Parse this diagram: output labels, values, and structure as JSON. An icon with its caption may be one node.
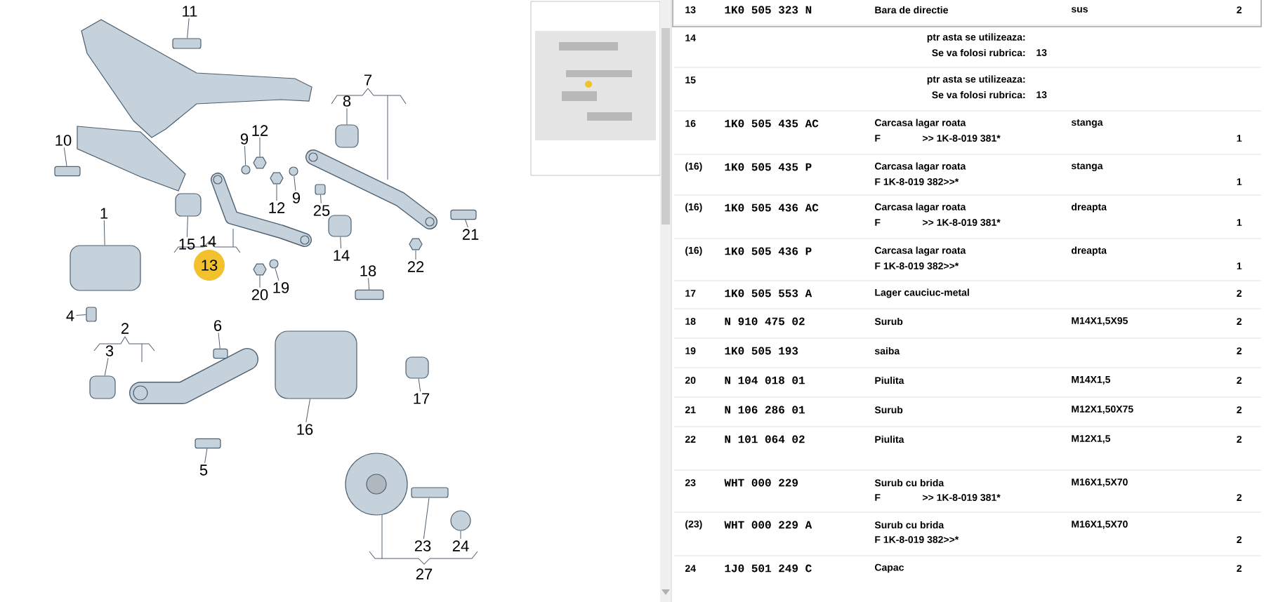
{
  "diagram": {
    "nodes": [
      {
        "text": [
          "11"
        ]
      },
      {
        "text": [],
        "shape": "bolt"
      },
      {
        "text": [
          "8"
        ]
      },
      {
        "text": [],
        "shape": "bushing"
      },
      {
        "text": [
          "12"
        ]
      },
      {
        "text": [],
        "shape": "nut"
      },
      {
        "text": [
          "9"
        ]
      },
      {
        "text": [],
        "shape": "washer"
      },
      {
        "text": [
          "10"
        ]
      },
      {
        "text": [],
        "shape": "bolt"
      },
      {
        "text": [
          "12"
        ]
      },
      {
        "text": [],
        "shape": "nut"
      },
      {
        "text": [
          "9"
        ]
      },
      {
        "text": [],
        "shape": "washer"
      },
      {
        "text": [
          "25"
        ]
      },
      {
        "text": [],
        "shape": "bolt"
      },
      {
        "text": [
          "15"
        ]
      },
      {
        "text": [],
        "shape": "bushing"
      },
      {
        "text": [
          "1"
        ]
      },
      {
        "text": [],
        "shape": "mount"
      },
      {
        "text": [
          "14"
        ]
      },
      {
        "text": [],
        "shape": "bushing"
      },
      {
        "text": [
          "21"
        ]
      },
      {
        "text": [],
        "shape": "bolt"
      },
      {
        "text": [
          "22"
        ]
      },
      {
        "text": [],
        "shape": "nut"
      },
      {
        "text": [
          "13"
        ]
      },
      {
        "text": [
          "20"
        ]
      },
      {
        "text": [],
        "shape": "nut"
      },
      {
        "text": [
          "19"
        ]
      },
      {
        "text": [],
        "shape": "washer"
      },
      {
        "text": [
          "18"
        ]
      },
      {
        "text": [],
        "shape": "bolt"
      },
      {
        "text": [
          "4"
        ]
      },
      {
        "text": [],
        "shape": "bolt"
      },
      {
        "text": [
          "6"
        ]
      },
      {
        "text": [],
        "shape": "bolt"
      },
      {
        "text": [
          "3"
        ]
      },
      {
        "text": [],
        "shape": "bushing"
      },
      {
        "text": [
          "16"
        ]
      },
      {
        "text": [],
        "shape": "knuckle"
      },
      {
        "text": [
          "17"
        ]
      },
      {
        "text": [],
        "shape": "bushing"
      },
      {
        "text": [
          "5"
        ]
      },
      {
        "text": [],
        "shape": "bolt"
      },
      {
        "text": [
          "23"
        ]
      },
      {
        "text": [],
        "shape": "bolt"
      },
      {
        "text": [
          "24"
        ]
      },
      {
        "text": [],
        "shape": "cap"
      }
    ],
    "edges": [
      {
        "from": 0,
        "to": 1,
        "arrow": "none"
      },
      {
        "from": 2,
        "to": 3,
        "arrow": "none"
      },
      {
        "from": 4,
        "to": 5,
        "arrow": "none"
      },
      {
        "from": 6,
        "to": 7,
        "arrow": "none"
      },
      {
        "from": 8,
        "to": 9,
        "arrow": "none"
      },
      {
        "from": 10,
        "to": 11,
        "arrow": "none"
      },
      {
        "from": 12,
        "to": 13,
        "arrow": "none"
      },
      {
        "from": 14,
        "to": 15,
        "arrow": "none"
      },
      {
        "from": 16,
        "to": 17,
        "arrow": "none"
      },
      {
        "from": 18,
        "to": 19,
        "arrow": "none"
      },
      {
        "from": 20,
        "to": 21,
        "arrow": "none"
      },
      {
        "from": 22,
        "to": 23,
        "arrow": "none"
      },
      {
        "from": 24,
        "to": 25,
        "arrow": "none"
      },
      {
        "from": 27,
        "to": 28,
        "arrow": "none"
      },
      {
        "from": 29,
        "to": 30,
        "arrow": "none"
      },
      {
        "from": 31,
        "to": 32,
        "arrow": "none"
      },
      {
        "from": 33,
        "to": 34,
        "arrow": "none"
      },
      {
        "from": 35,
        "to": 36,
        "arrow": "none"
      },
      {
        "from": 37,
        "to": 38,
        "arrow": "none"
      },
      {
        "from": 39,
        "to": 40,
        "arrow": "none"
      },
      {
        "from": 41,
        "to": 42,
        "arrow": "none"
      },
      {
        "from": 43,
        "to": 44,
        "arrow": "none"
      },
      {
        "from": 45,
        "to": 46,
        "arrow": "none"
      },
      {
        "from": 47,
        "to": 48,
        "arrow": "none"
      }
    ],
    "labels": [
      "7",
      "2",
      "14",
      "27",
      "13",
      "1K0 505 323 N",
      "Bara de directie",
      "sus",
      "2",
      "14",
      "ptr asta se utilizeaza:",
      "Se va folosi rubrica:",
      "13",
      "15",
      "ptr asta se utilizeaza:",
      "Se va folosi rubrica:",
      "13",
      "16",
      "1K0 505 435 AC",
      "Carcasa lagar roata",
      "stanga",
      "F",
      ">> 1K-8-019 381*",
      "1",
      "(16)",
      "1K0 505 435 P",
      "Carcasa lagar roata",
      "stanga",
      "F 1K-8-019 382>>*",
      "1",
      "(16)",
      "1K0 505 436 AC",
      "Carcasa lagar roata",
      "dreapta",
      "F",
      ">> 1K-8-019 381*",
      "1",
      "(16)",
      "1K0 505 436 P",
      "Carcasa lagar roata",
      "dreapta",
      "F 1K-8-019 382>>*",
      "1",
      "17",
      "1K0 505 553 A",
      "Lager cauciuc-metal",
      "2",
      "18",
      "N 910 475 02",
      "Surub",
      "M14X1,5X95",
      "2",
      "19",
      "1K0 505 193",
      "saiba",
      "2",
      "20",
      "N 104 018 01",
      "Piulita",
      "M14X1,5",
      "2",
      "21",
      "N 106 286 01",
      "Surub",
      "M12X1,50X75",
      "2",
      "22",
      "N 101 064 02",
      "Piulita",
      "M12X1,5",
      "2",
      "23",
      "WHT 000 229",
      "Surub cu brida",
      "M16X1,5X70",
      "F",
      ">> 1K-8-019 381*",
      "2",
      "(23)",
      "WHT 000 229 A",
      "Surub cu brida",
      "M16X1,5X70",
      "F 1K-8-019 382>>*",
      "2",
      "24",
      "1J0 501 249 C",
      "Capac",
      "2"
    ]
  }
}
